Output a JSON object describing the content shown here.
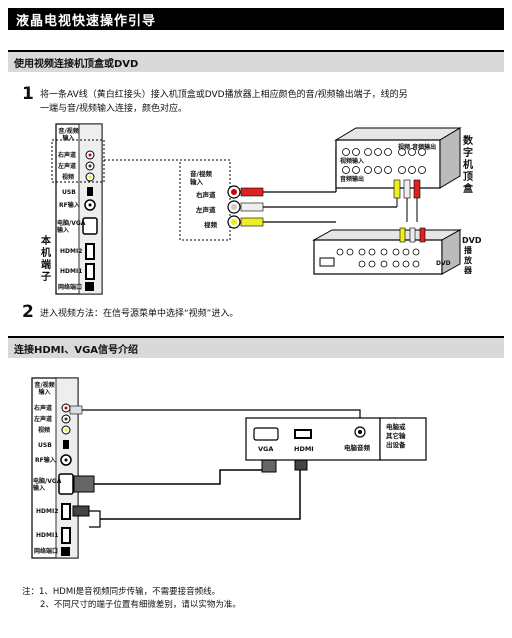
{
  "header": {
    "title": "液晶电视快速操作引导"
  },
  "section1": {
    "title": "使用视频连接机顶盒或DVD",
    "step1_num": "1",
    "step1_line1": "将一条AV线（黄白红接头）接入机顶盒或DVD播放器上相应颜色的音/视频输出端子，线的另",
    "step1_line2": "一端与音/视频输入连接，颜色对应。",
    "step2_num": "2",
    "step2_text": "进入视频方法：在信号源菜单中选择“视频”进入。",
    "tv_panel": {
      "av_in": "音/视频\n输入",
      "right": "右声道",
      "left": "左声道",
      "video": "视频",
      "usb": "USB",
      "rf": "RF输入",
      "pc": "电脑/VGA\n输入",
      "hdmi2": "HDMI2",
      "hdmi1": "HDMI1",
      "net": "网络端口"
    },
    "local_terminal": "本机端子",
    "callout": {
      "title": "音/视频\n输入",
      "right": "右声道",
      "left": "左声道",
      "video": "视频"
    },
    "stb_label": "数字机顶盒",
    "stb_ports": {
      "video_in": "视频输入",
      "av_out": "视频 音频输出",
      "audio_out": "音频输出"
    },
    "dvd_label": "DVD播放器",
    "dvd_logo": "DVD"
  },
  "section2": {
    "title": "连接HDMI、VGA信号介绍",
    "tv_panel": {
      "av_in": "音/视频\n输入",
      "right": "右声道",
      "left": "左声道",
      "video": "视频",
      "usb": "USB",
      "rf": "RF输入",
      "pc": "电脑/VGA\n输入",
      "hdmi2": "HDMI2",
      "hdmi1": "HDMI1",
      "net": "网络端口"
    },
    "pc_ports": {
      "vga": "VGA",
      "hdmi": "HDMI",
      "audio": "电脑音频"
    },
    "device_label": "电脑或\n其它输\n出设备"
  },
  "notes": {
    "line1": "注：1、HDMI是音视频同步传输，不需要接音频线。",
    "line2": "2、不同尺寸的端子位置有细微差别，请以实物为准。"
  }
}
